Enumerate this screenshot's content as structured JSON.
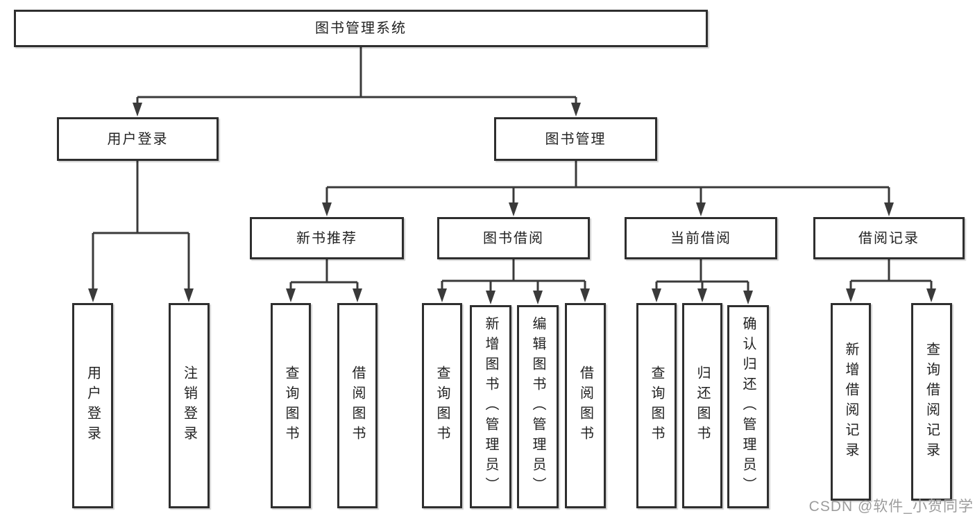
{
  "diagram": {
    "root": {
      "label": "图书管理系统"
    },
    "branches": [
      {
        "label": "用户登录",
        "children": [
          {
            "label": "用户登录"
          },
          {
            "label": "注销登录"
          }
        ]
      },
      {
        "label": "图书管理",
        "children": [
          {
            "label": "新书推荐",
            "children": [
              {
                "label": "查询图书"
              },
              {
                "label": "借阅图书"
              }
            ]
          },
          {
            "label": "图书借阅",
            "children": [
              {
                "label": "查询图书"
              },
              {
                "label": "新增图书（管理员）"
              },
              {
                "label": "编辑图书（管理员）"
              },
              {
                "label": "借阅图书"
              }
            ]
          },
          {
            "label": "当前借阅",
            "children": [
              {
                "label": "查询图书"
              },
              {
                "label": "归还图书"
              },
              {
                "label": "确认归还（管理员）"
              }
            ]
          },
          {
            "label": "借阅记录",
            "children": [
              {
                "label": "新增借阅记录"
              },
              {
                "label": "查询借阅记录"
              }
            ]
          }
        ]
      }
    ]
  },
  "watermark": {
    "text": "CSDN @软件_小贺同学",
    "color": "#9c9c9c"
  },
  "colors": {
    "line": "#3a3a3a",
    "box_border": "#2e2e2e",
    "box_background": "#ffffff",
    "text": "#222222",
    "page_background": "#ffffff"
  }
}
